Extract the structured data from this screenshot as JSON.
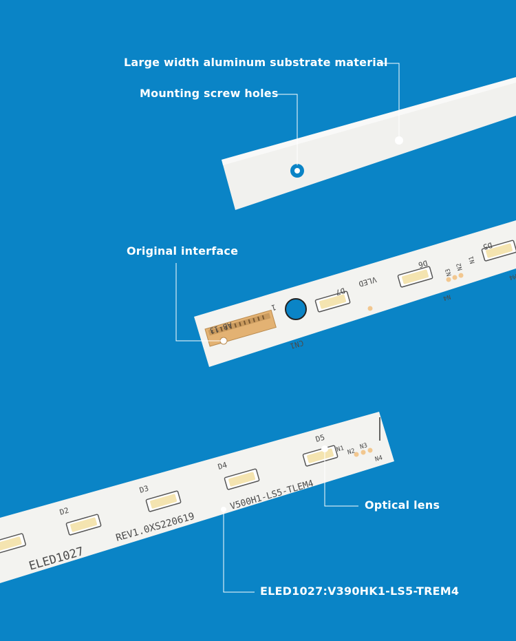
{
  "colors": {
    "background": "#0a84c6",
    "strip": "#f3f3f0",
    "led": "#f4e4b0",
    "connector": "#e0b071",
    "pad": "#f2c78f",
    "callout": "#ffffff"
  },
  "callouts": {
    "substrate": "Large width aluminum substrate material",
    "screw_holes": "Mounting screw holes",
    "interface": "Original interface",
    "lens": "Optical lens",
    "model": "ELED1027:V390HK1-LS5-TREM4"
  },
  "strip_middle": {
    "text_ab": "AB-13",
    "text_1": "1",
    "text_cn": "CN1",
    "text_vled": "VLED",
    "leds": [
      "D7",
      "D6",
      "D5"
    ],
    "notes": [
      "N1",
      "N2",
      "N3",
      "N4",
      "M4"
    ]
  },
  "strip_bottom": {
    "leds": [
      "D2",
      "D3",
      "D4",
      "D5"
    ],
    "text_eled": "ELED1027",
    "text_rev": "REV1.0XS220619",
    "text_model": "V500H1-LS5-TLEM4",
    "notes": [
      "N1",
      "N2",
      "N3",
      "N4"
    ]
  }
}
